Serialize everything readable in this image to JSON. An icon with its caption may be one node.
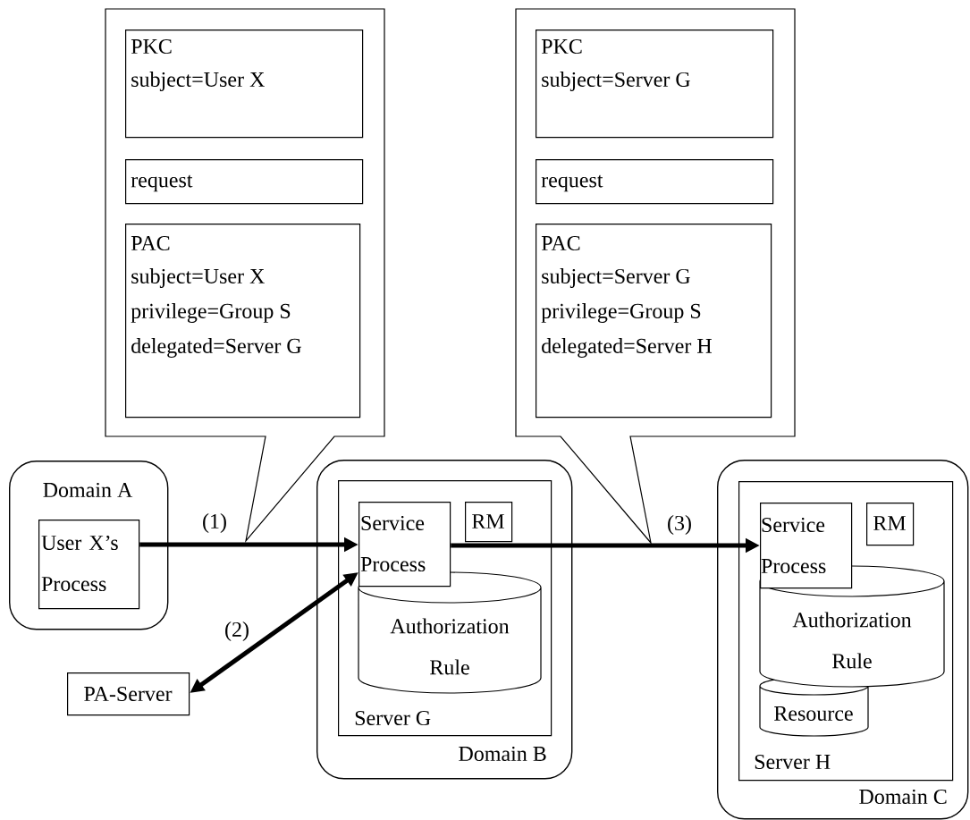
{
  "diagram": {
    "nodes": [
      {
        "text": [],
        "shape": "callout"
      },
      {
        "text": [
          "PKC",
          "subject=User X"
        ],
        "in": 0
      },
      {
        "text": [
          "request"
        ],
        "in": 0
      },
      {
        "text": [
          "PAC",
          "subject=User X",
          "privilege=Group S",
          "delegated=Server G"
        ],
        "in": 0
      },
      {
        "text": [],
        "shape": "callout"
      },
      {
        "text": [
          "PKC",
          "subject=Server G"
        ],
        "in": 4
      },
      {
        "text": [
          "request"
        ],
        "in": 4
      },
      {
        "text": [
          "PAC",
          "subject=Server G",
          "privilege=Group S",
          "delegated=Server H"
        ],
        "in": 4
      },
      {
        "text": [
          "Domain A"
        ]
      },
      {
        "text": [
          "User X’s Process"
        ],
        "in": 8
      },
      {
        "text": [
          "Domain B"
        ]
      },
      {
        "text": [
          "Server G"
        ],
        "in": 10
      },
      {
        "text": [
          "Service Process"
        ],
        "in": 11
      },
      {
        "text": [
          "RM"
        ],
        "in": 11
      },
      {
        "text": [
          "Authorization Rule"
        ],
        "in": 11
      },
      {
        "text": [
          "PA-Server"
        ]
      },
      {
        "text": [
          "Domain C"
        ]
      },
      {
        "text": [
          "Server H"
        ],
        "in": 16
      },
      {
        "text": [
          "Service Process"
        ],
        "in": 17
      },
      {
        "text": [
          "RM"
        ],
        "in": 17
      },
      {
        "text": [
          "Authorization Rule"
        ],
        "in": 17
      },
      {
        "text": [
          "Resource"
        ],
        "in": 17
      }
    ],
    "edges": [
      {
        "from": 9,
        "to": 12,
        "arrow": "to",
        "label": "(1)"
      },
      {
        "from": 15,
        "to": 12,
        "arrow": "both",
        "label": "(2)"
      },
      {
        "from": 12,
        "to": 18,
        "arrow": "to",
        "label": "(3)"
      }
    ]
  }
}
